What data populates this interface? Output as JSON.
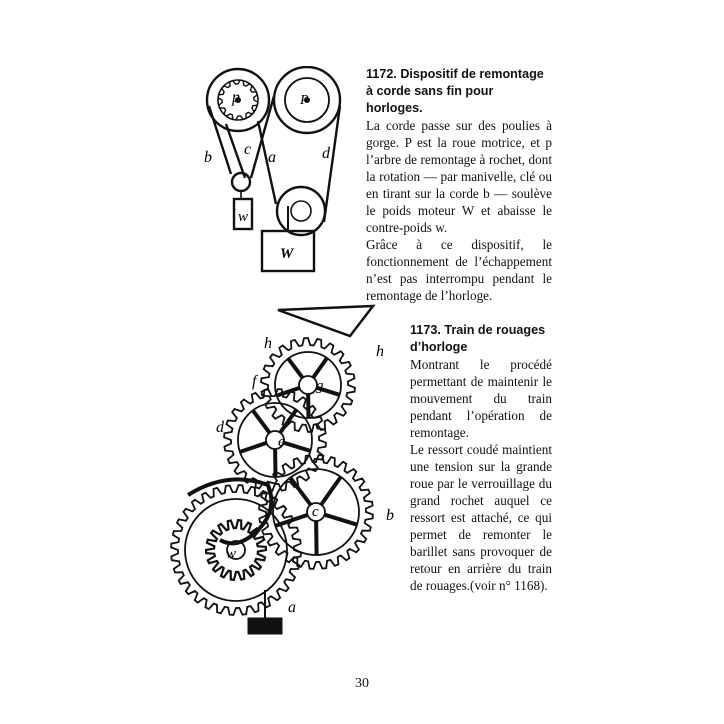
{
  "entry_1172": {
    "title": "1172. Dispositif de remontage à corde sans fin pour horloges.",
    "para1": "La corde passe sur des poulies à gorge. P est la roue motrice, et p l’arbre de remontage à rochet, dont la rotation — par manivelle, clé ou en tirant sur la corde b — soulève le poids moteur W et abaisse le contre-poids w.",
    "para2": "Grâce à ce dispositif, le fonctionnement de l’échappement n’est pas interrompu pendant le remontage de l’horloge.",
    "figure_labels": {
      "p": "p",
      "P": "P",
      "b": "b",
      "c": "c",
      "a": "a",
      "d": "d",
      "w": "w",
      "W": "W"
    }
  },
  "entry_1173": {
    "title": "1173. Train de rouages d’horloge",
    "para1": "Montrant le procédé permettant de maintenir le mouvement du train pendant l’opération de remontage.",
    "para2": "Le ressort coudé maintient une tension sur la grande roue par le verrouillage du grand rochet auquel ce ressort est attaché, ce qui permet de remonter le barillet sans provoquer de retour en arrière du train de rouages.(voir n° 1168).",
    "figure_labels": {
      "h_left": "h",
      "h_right": "h",
      "f": "f",
      "g": "g",
      "d": "d",
      "e": "e",
      "c": "c",
      "b": "b",
      "w": "w",
      "a": "a"
    }
  },
  "page_number": "30"
}
